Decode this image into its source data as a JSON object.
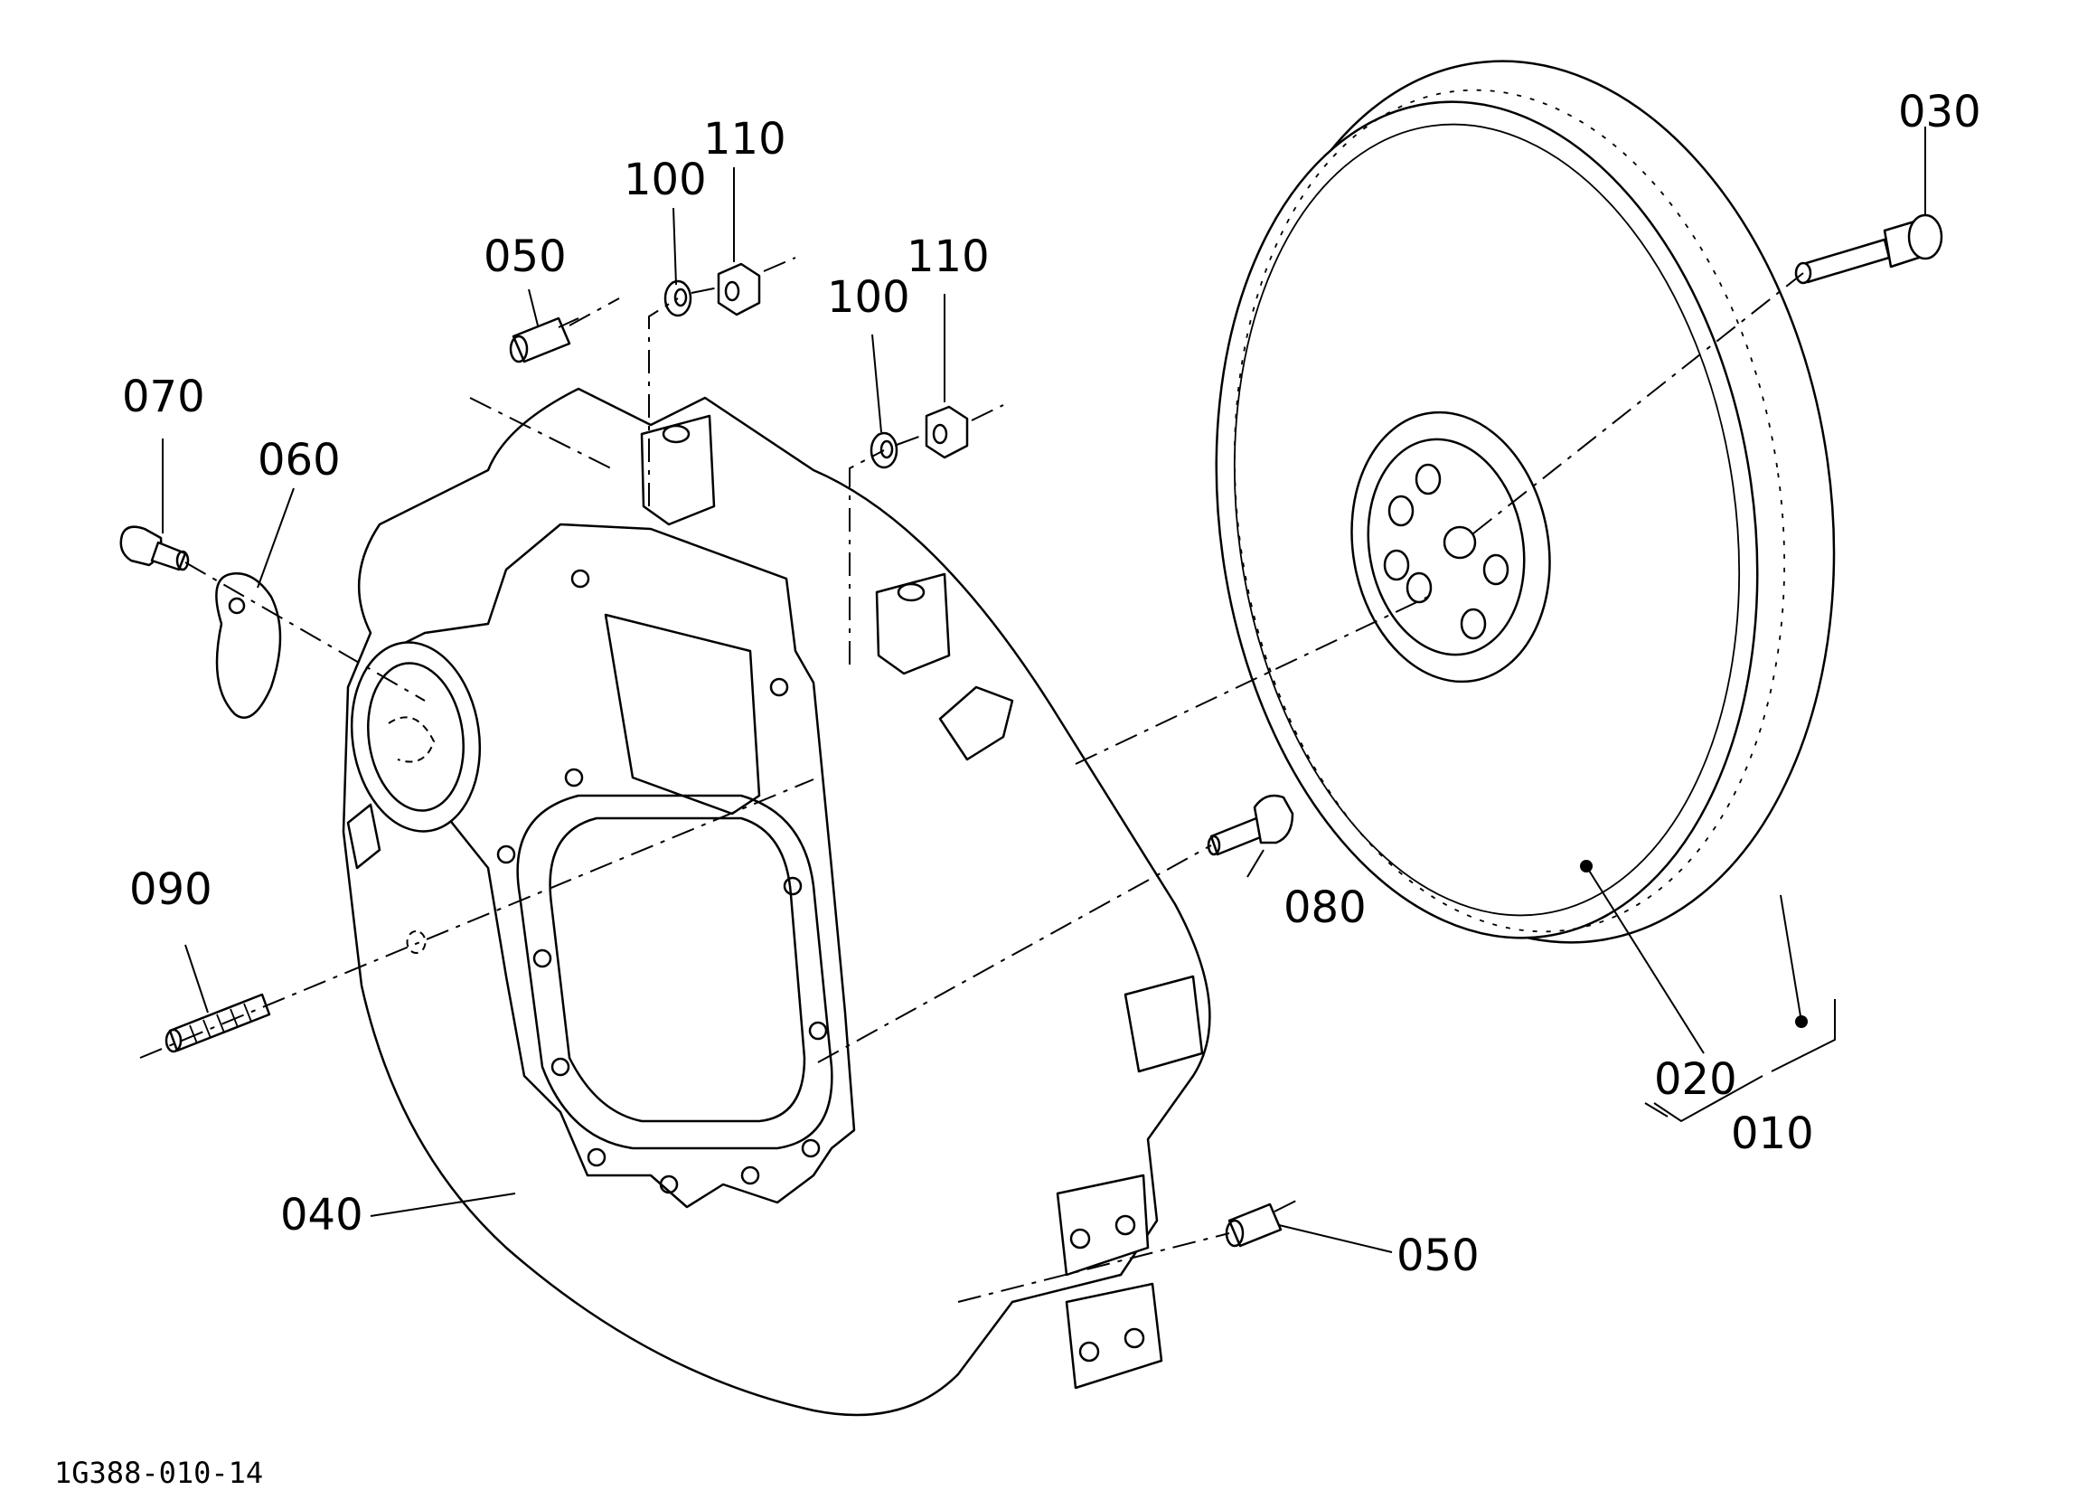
{
  "figure_code": "1G388-010-14",
  "callouts": [
    {
      "id": "c-030",
      "label": "030",
      "part": "flywheel-bolt"
    },
    {
      "id": "c-020",
      "label": "020",
      "part": "ring-gear"
    },
    {
      "id": "c-010",
      "label": "010",
      "part": "flywheel-assembly"
    },
    {
      "id": "c-080",
      "label": "080",
      "part": "housing-bolt"
    },
    {
      "id": "c-050a",
      "label": "050",
      "part": "dowel-pin-upper"
    },
    {
      "id": "c-050b",
      "label": "050",
      "part": "dowel-pin-lower"
    },
    {
      "id": "c-100a",
      "label": "100",
      "part": "washer-left"
    },
    {
      "id": "c-110a",
      "label": "110",
      "part": "nut-left"
    },
    {
      "id": "c-100b",
      "label": "100",
      "part": "washer-right"
    },
    {
      "id": "c-110b",
      "label": "110",
      "part": "nut-right"
    },
    {
      "id": "c-070",
      "label": "070",
      "part": "cover-bolt"
    },
    {
      "id": "c-060",
      "label": "060",
      "part": "cover-plate"
    },
    {
      "id": "c-090",
      "label": "090",
      "part": "stud"
    },
    {
      "id": "c-040",
      "label": "040",
      "part": "flywheel-housing"
    }
  ]
}
